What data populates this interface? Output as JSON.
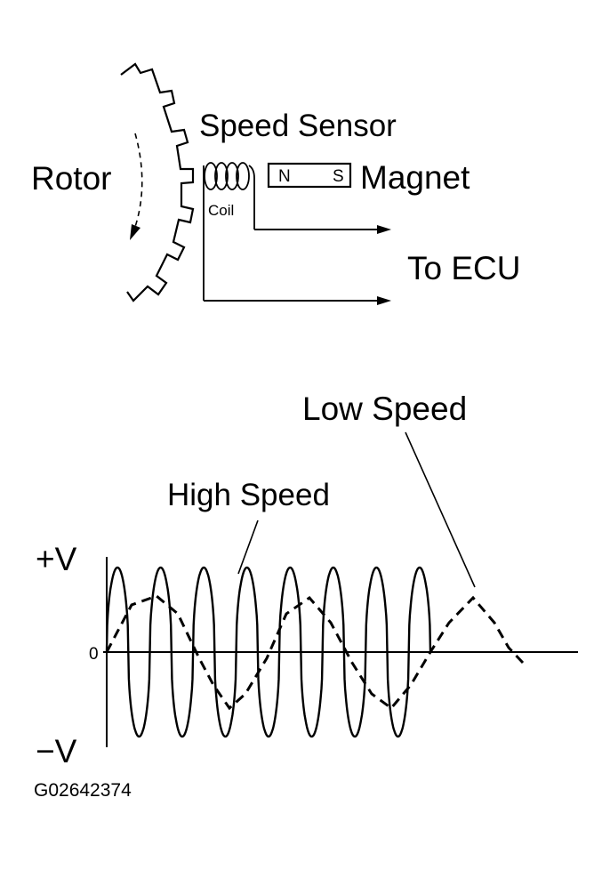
{
  "sensor_diagram": {
    "title": "Speed Sensor",
    "rotor_label": "Rotor",
    "coil_label": "Coil",
    "magnet_label": "Magnet",
    "magnet_north": "N",
    "magnet_south": "S",
    "output_label": "To ECU"
  },
  "waveform": {
    "low_speed_label": "Low Speed",
    "high_speed_label": "High Speed",
    "positive_label": "+V",
    "zero_label": "0",
    "negative_label": "−V"
  },
  "figure_code": "G02642374"
}
